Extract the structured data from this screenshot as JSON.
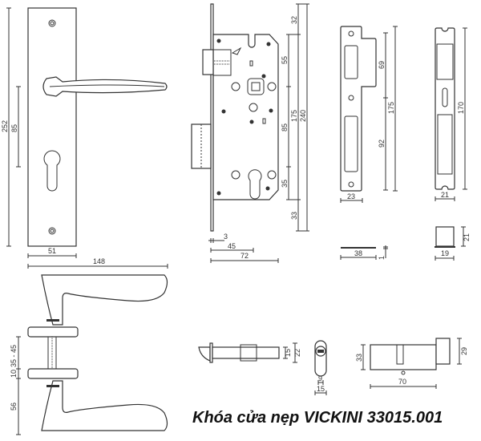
{
  "title": "Khóa cửa nẹp VICKINI 33015.001",
  "handle_plate": {
    "height": "252",
    "handle_to_key": "85",
    "width": "51",
    "length": "148"
  },
  "mortise": {
    "top": "32",
    "upper": "55",
    "middle": "85",
    "lower": "35",
    "body": "175",
    "total": "240",
    "bottom": "33",
    "faceplate": "3",
    "backset": "45",
    "depth": "72"
  },
  "strike_plate": {
    "upper": "69",
    "lower": "92",
    "height": "175",
    "width": "23",
    "thickness_len": "38",
    "thickness": "1"
  },
  "strike_plate_2": {
    "height": "170",
    "width": "21",
    "box_height": "21",
    "box_width": "19"
  },
  "handle_side": {
    "door_thickness": "35 - 45",
    "rose": "10",
    "projection": "56"
  },
  "latch_bolt": {
    "inner": "15",
    "outer": "22"
  },
  "cylinder_end": {
    "inner": "9",
    "outer": "15"
  },
  "cylinder": {
    "height": "33",
    "length": "70",
    "knob": "29"
  }
}
